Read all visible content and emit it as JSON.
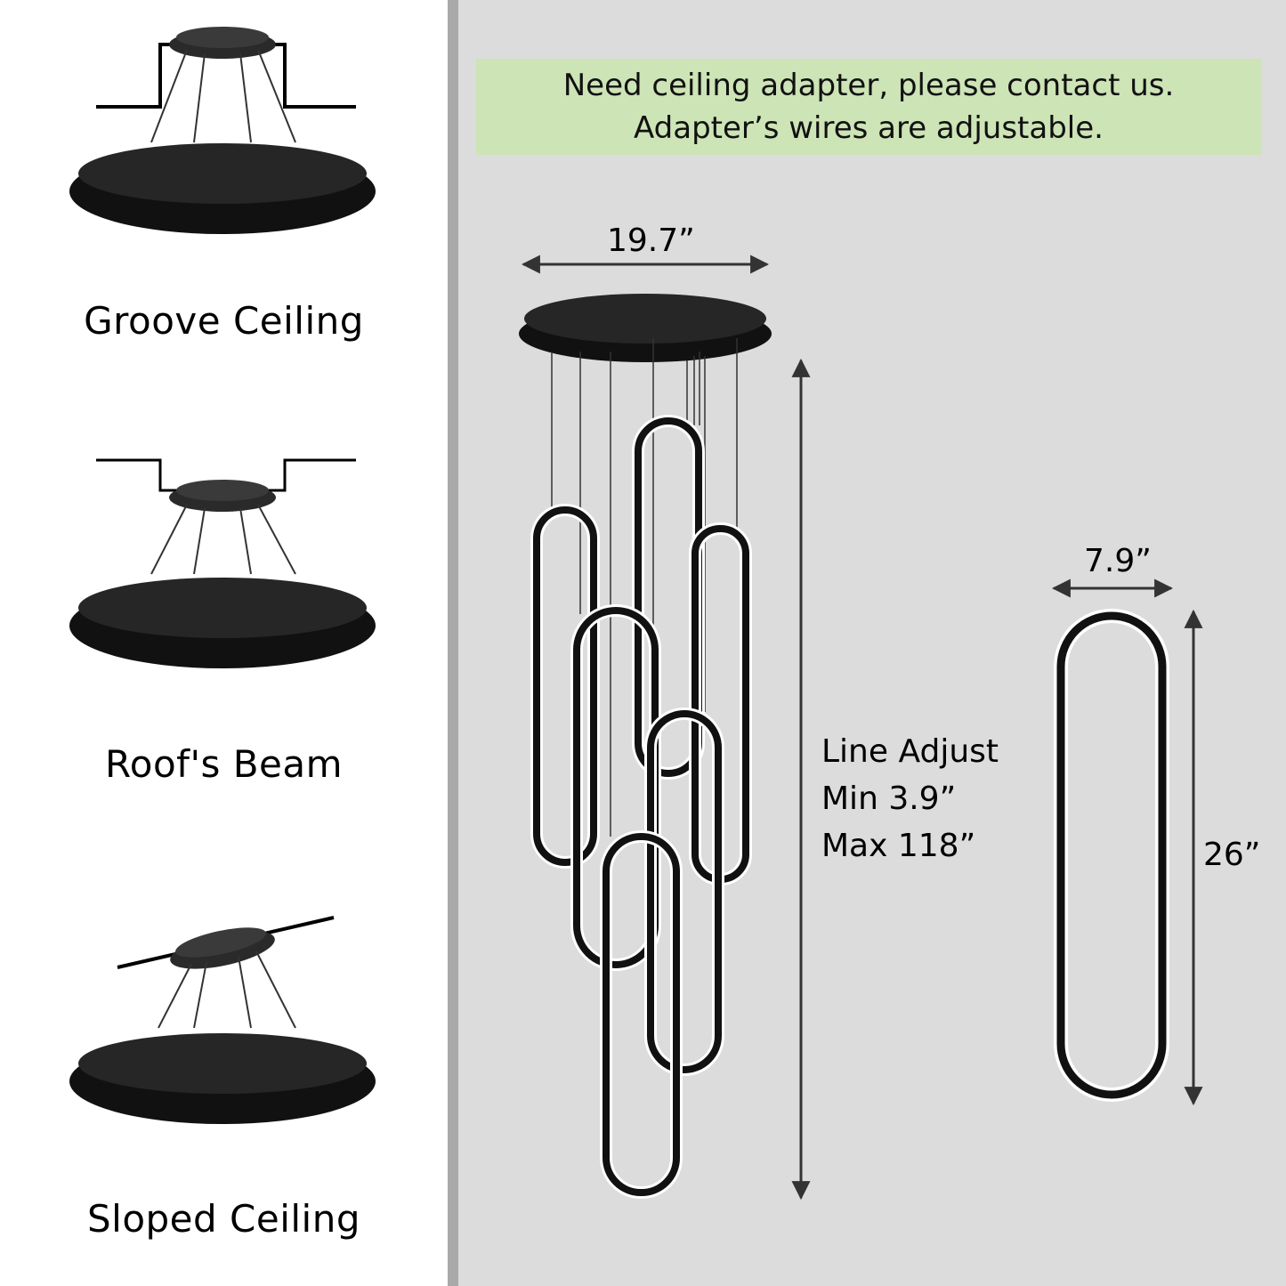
{
  "mounting_options": [
    {
      "label": "Groove Ceiling"
    },
    {
      "label": "Roof's Beam"
    },
    {
      "label": "Sloped Ceiling"
    }
  ],
  "notice": {
    "line1": "Need ceiling adapter, please contact us.",
    "line2": "Adapter’s wires are adjustable."
  },
  "dimensions": {
    "canopy_width": "19.7”",
    "ring_width": "7.9”",
    "ring_height": "26”",
    "line_adjust": {
      "title": "Line Adjust",
      "min": "Min 3.9”",
      "max": "Max 118”"
    }
  },
  "colors": {
    "left_background": "#ffffff",
    "right_background": "#dcdcdc",
    "notice_background": "#cde4b6",
    "fixture": "#111111"
  }
}
